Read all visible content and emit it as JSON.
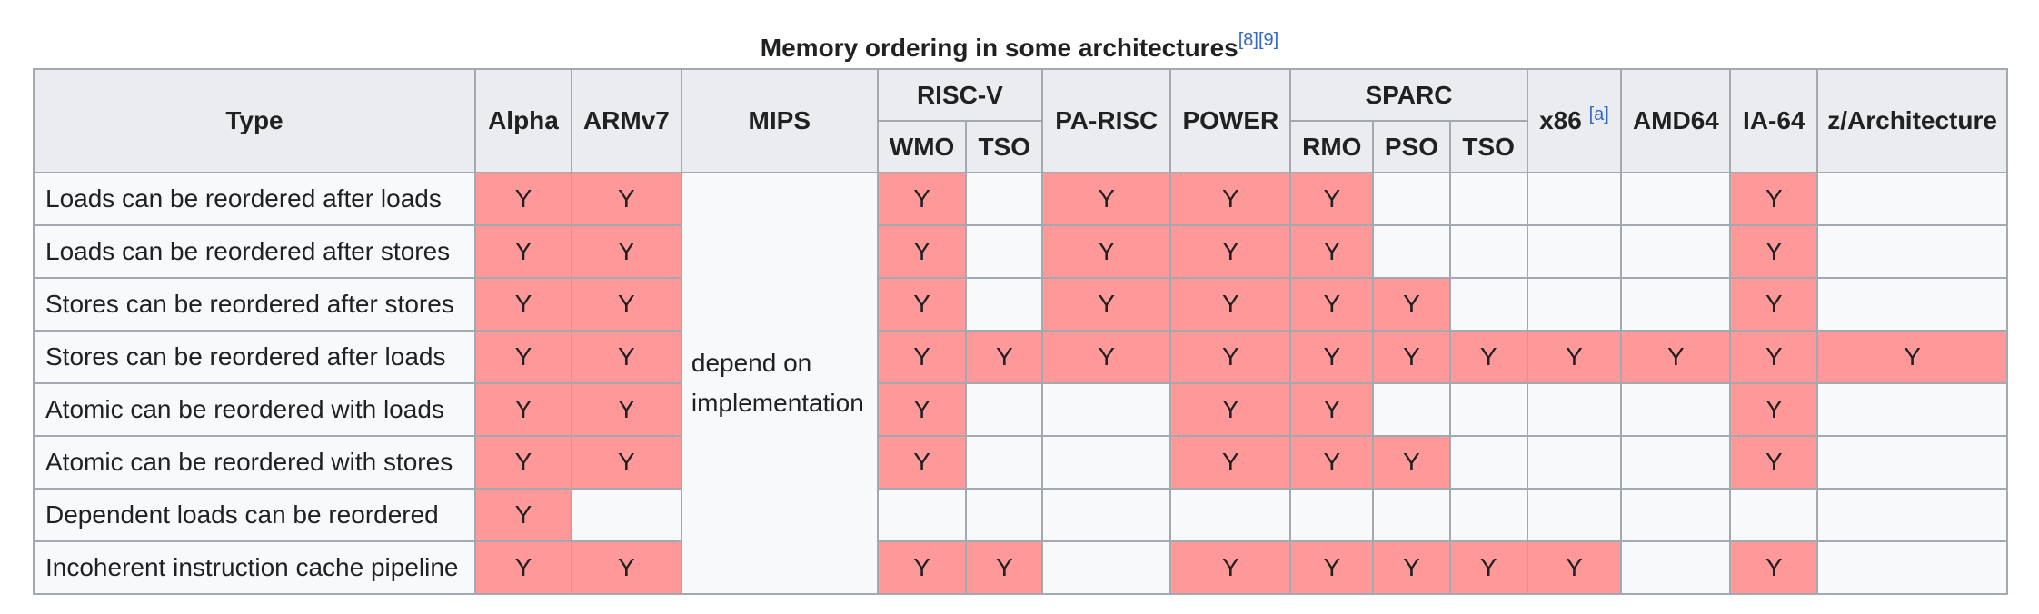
{
  "caption": {
    "title": "Memory ordering in some architectures",
    "ref1": "[8]",
    "ref2": "[9]"
  },
  "header": {
    "type": "Type",
    "alpha": "Alpha",
    "armv7": "ARMv7",
    "mips": "MIPS",
    "riscv": "RISC-V",
    "riscv_wmo": "WMO",
    "riscv_tso": "TSO",
    "parisc": "PA-RISC",
    "power": "POWER",
    "sparc": "SPARC",
    "sparc_rmo": "RMO",
    "sparc_pso": "PSO",
    "sparc_tso": "TSO",
    "x86": "x86",
    "x86_note": "[a]",
    "amd64": "AMD64",
    "ia64": "IA-64",
    "zarch": "z/Architecture"
  },
  "mips_note": "depend on implementation",
  "rows": [
    {
      "label": "Loads can be reordered after loads",
      "alpha": "Y",
      "armv7": "Y",
      "riscv_wmo": "Y",
      "riscv_tso": "",
      "parisc": "Y",
      "power": "Y",
      "sparc_rmo": "Y",
      "sparc_pso": "",
      "sparc_tso": "",
      "x86": "",
      "amd64": "",
      "ia64": "Y",
      "zarch": ""
    },
    {
      "label": "Loads can be reordered after stores",
      "alpha": "Y",
      "armv7": "Y",
      "riscv_wmo": "Y",
      "riscv_tso": "",
      "parisc": "Y",
      "power": "Y",
      "sparc_rmo": "Y",
      "sparc_pso": "",
      "sparc_tso": "",
      "x86": "",
      "amd64": "",
      "ia64": "Y",
      "zarch": ""
    },
    {
      "label": "Stores can be reordered after stores",
      "alpha": "Y",
      "armv7": "Y",
      "riscv_wmo": "Y",
      "riscv_tso": "",
      "parisc": "Y",
      "power": "Y",
      "sparc_rmo": "Y",
      "sparc_pso": "Y",
      "sparc_tso": "",
      "x86": "",
      "amd64": "",
      "ia64": "Y",
      "zarch": ""
    },
    {
      "label": "Stores can be reordered after loads",
      "alpha": "Y",
      "armv7": "Y",
      "riscv_wmo": "Y",
      "riscv_tso": "Y",
      "parisc": "Y",
      "power": "Y",
      "sparc_rmo": "Y",
      "sparc_pso": "Y",
      "sparc_tso": "Y",
      "x86": "Y",
      "amd64": "Y",
      "ia64": "Y",
      "zarch": "Y"
    },
    {
      "label": "Atomic can be reordered with loads",
      "alpha": "Y",
      "armv7": "Y",
      "riscv_wmo": "Y",
      "riscv_tso": "",
      "parisc": "",
      "power": "Y",
      "sparc_rmo": "Y",
      "sparc_pso": "",
      "sparc_tso": "",
      "x86": "",
      "amd64": "",
      "ia64": "Y",
      "zarch": ""
    },
    {
      "label": "Atomic can be reordered with stores",
      "alpha": "Y",
      "armv7": "Y",
      "riscv_wmo": "Y",
      "riscv_tso": "",
      "parisc": "",
      "power": "Y",
      "sparc_rmo": "Y",
      "sparc_pso": "Y",
      "sparc_tso": "",
      "x86": "",
      "amd64": "",
      "ia64": "Y",
      "zarch": ""
    },
    {
      "label": "Dependent loads can be reordered",
      "alpha": "Y",
      "armv7": "",
      "riscv_wmo": "",
      "riscv_tso": "",
      "parisc": "",
      "power": "",
      "sparc_rmo": "",
      "sparc_pso": "",
      "sparc_tso": "",
      "x86": "",
      "amd64": "",
      "ia64": "",
      "zarch": ""
    },
    {
      "label": "Incoherent instruction cache pipeline",
      "alpha": "Y",
      "armv7": "Y",
      "riscv_wmo": "Y",
      "riscv_tso": "Y",
      "parisc": "",
      "power": "Y",
      "sparc_rmo": "Y",
      "sparc_pso": "Y",
      "sparc_tso": "Y",
      "x86": "Y",
      "amd64": "",
      "ia64": "Y",
      "zarch": ""
    }
  ],
  "colors": {
    "yes_fill": "#ff9999",
    "header_fill": "#eaecf0",
    "cell_fill": "#f8f9fa",
    "border": "#a2a9b1",
    "link": "#3366cc"
  }
}
